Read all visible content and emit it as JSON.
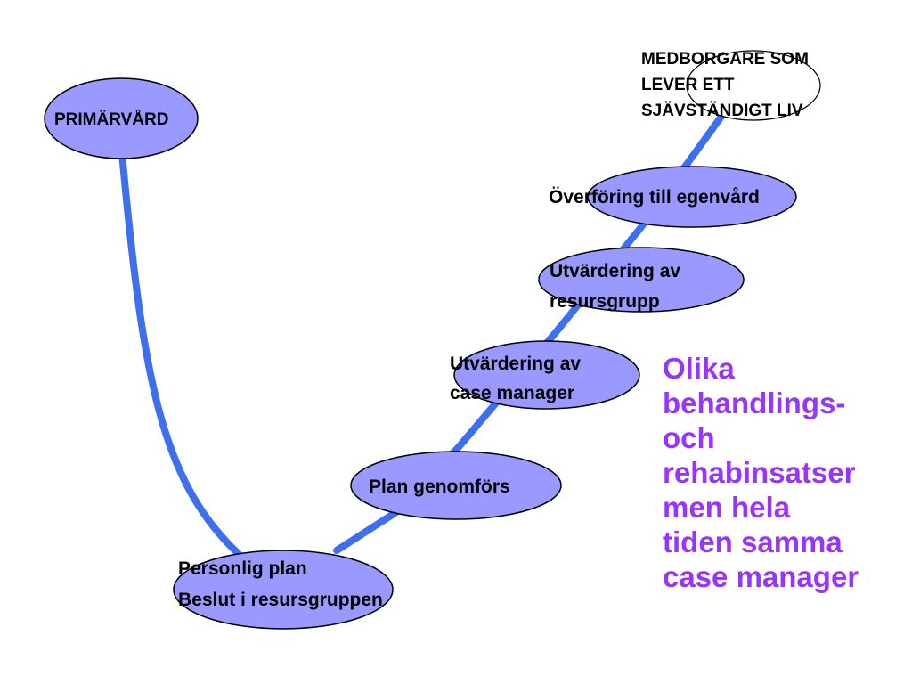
{
  "colors": {
    "background": "#ffffff",
    "path": "#3e6fef",
    "node_fill": "#9999ff",
    "node_stroke": "#000000",
    "text": "#000000",
    "side_note": "#9933ff"
  },
  "nodes": {
    "primarvard": "PRIMÄRVÅRD",
    "personlig_plan": [
      "Personlig plan",
      "Beslut i resursgruppen"
    ],
    "plan_genomfors": "Plan genomförs",
    "utv_case_manager": [
      "Utvärdering av",
      "case manager"
    ],
    "utv_resursgrupp": [
      "Utvärdering av",
      "resursgrupp"
    ],
    "overforing": "Överföring till egenvård",
    "medborgare": [
      "MEDBORGARE SOM",
      "LEVER ETT",
      "SJÄVSTÄNDIGT LIV"
    ]
  },
  "side_note": {
    "lines": [
      "Olika",
      "behandlings-",
      "och",
      "rehabinsatser",
      "men hela",
      "tiden samma",
      "case manager"
    ]
  }
}
